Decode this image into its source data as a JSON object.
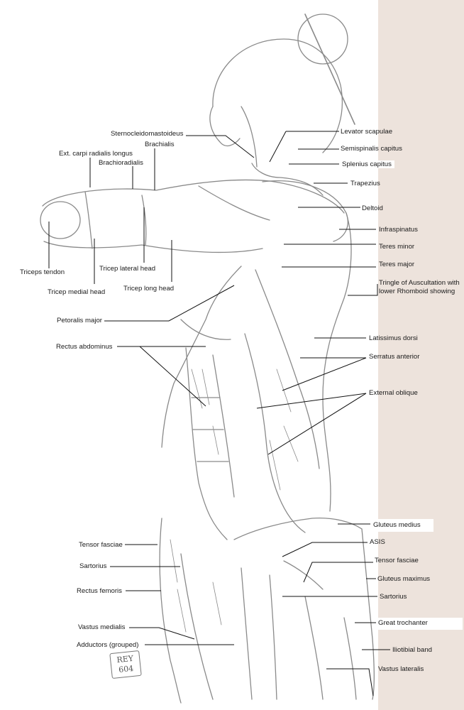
{
  "labels_left": [
    {
      "id": "sternocleidomastoideus",
      "text": "Sternocleidomastoideus"
    },
    {
      "id": "brachialis",
      "text": "Brachialis"
    },
    {
      "id": "ext-carpi",
      "text": "Ext. carpi radialis longus"
    },
    {
      "id": "brachioradialis",
      "text": "Brachioradialis"
    },
    {
      "id": "triceps-tendon",
      "text": "Triceps tendon"
    },
    {
      "id": "tricep-medial",
      "text": "Tricep  medial head"
    },
    {
      "id": "tricep-lateral",
      "text": "Tricep lateral head"
    },
    {
      "id": "tricep-long",
      "text": "Tricep long head"
    },
    {
      "id": "pectoralis",
      "text": "Petoralis major"
    },
    {
      "id": "rectus-abdominus",
      "text": "Rectus abdominus"
    },
    {
      "id": "tensor-fasciae-l",
      "text": "Tensor fasciae"
    },
    {
      "id": "sartorius-l",
      "text": "Sartorius"
    },
    {
      "id": "rectus-femoris",
      "text": "Rectus femoris"
    },
    {
      "id": "vastus-medialis",
      "text": "Vastus medialis"
    },
    {
      "id": "adductors",
      "text": "Adductors (grouped)"
    }
  ],
  "labels_right": [
    {
      "id": "levator",
      "text": "Levator scapulae"
    },
    {
      "id": "semispinalis",
      "text": "Semispinalis capitus"
    },
    {
      "id": "splenius",
      "text": "Splenius capitus"
    },
    {
      "id": "trapezius",
      "text": "Trapezius"
    },
    {
      "id": "deltoid",
      "text": "Deltoid"
    },
    {
      "id": "infraspinatus",
      "text": "Infraspinatus"
    },
    {
      "id": "teres-minor",
      "text": "Teres minor"
    },
    {
      "id": "teres-major",
      "text": "Teres major"
    },
    {
      "id": "auscultation-1",
      "text": "Tringle of Auscultation with"
    },
    {
      "id": "auscultation-2",
      "text": "lower Rhomboid showing"
    },
    {
      "id": "latissimus",
      "text": "Latissimus dorsi"
    },
    {
      "id": "serratus",
      "text": "Serratus anterior"
    },
    {
      "id": "ext-oblique",
      "text": "External oblique"
    },
    {
      "id": "gluteus-medius",
      "text": "Gluteus medius"
    },
    {
      "id": "asis",
      "text": "ASIS"
    },
    {
      "id": "tensor-fasciae-r",
      "text": "Tensor fasciae"
    },
    {
      "id": "gluteus-maximus",
      "text": "Gluteus maximus"
    },
    {
      "id": "sartorius-r",
      "text": "Sartorius"
    },
    {
      "id": "great-trochanter",
      "text": "Great trochanter"
    },
    {
      "id": "iliotibial",
      "text": "Iliotibial band"
    },
    {
      "id": "vastus-lateralis",
      "text": "Vastus lateralis"
    }
  ],
  "signature": {
    "line1": "REY",
    "line2": "604"
  },
  "colors": {
    "panel": "#ede3dc",
    "line": "#111111",
    "sketch": "#8a8a8a"
  }
}
